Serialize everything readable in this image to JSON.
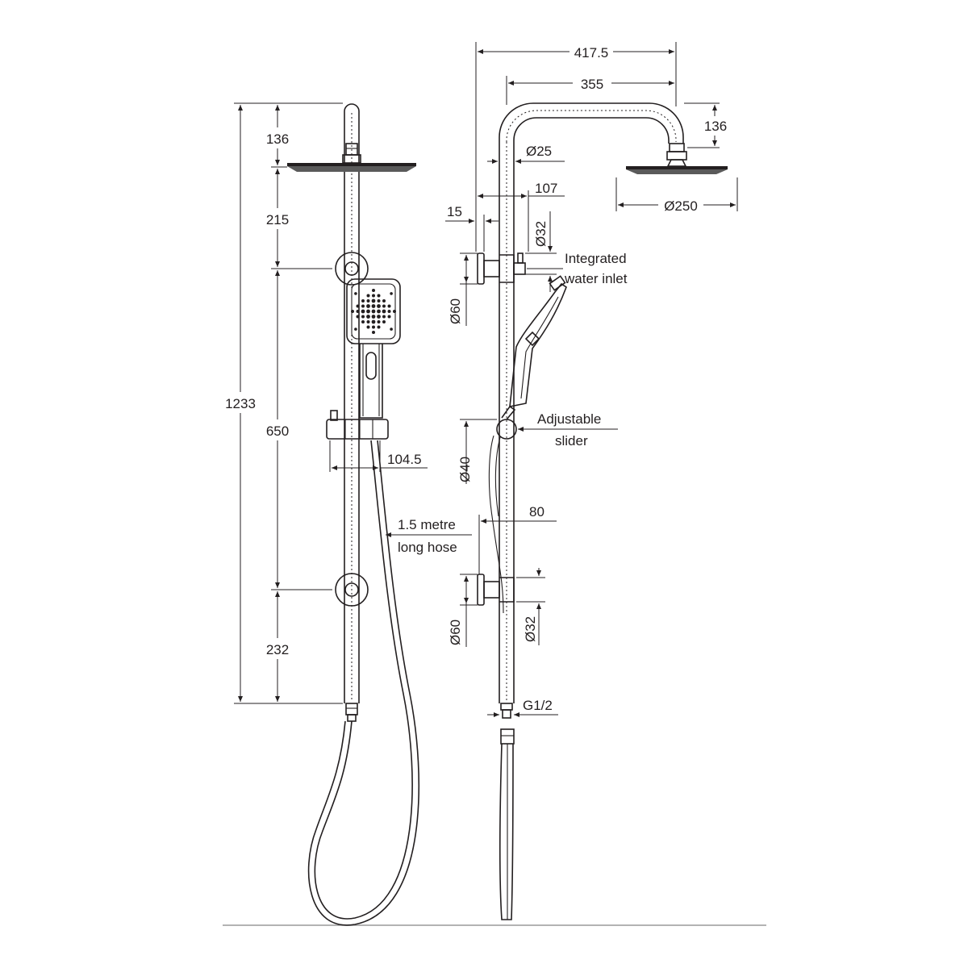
{
  "front_view": {
    "dimensions": {
      "top_height": "136",
      "head_to_bracket": "215",
      "bracket_spacing": "650",
      "bottom_height": "232",
      "overall_height": "1233",
      "holder_projection": "104.5"
    },
    "labels": {
      "hose": [
        "1.5 metre",
        "long hose"
      ]
    }
  },
  "side_view": {
    "dimensions": {
      "overall_reach": "417.5",
      "arm_reach": "355",
      "head_drop": "136",
      "rail_diameter": "Ø25",
      "head_diameter": "Ø250",
      "bracket_offset": "107",
      "bracket_gap": "15",
      "bracket_diameter_top": "Ø32",
      "flange_diameter_top": "Ø60",
      "slider_diameter": "Ø40",
      "lower_bracket_offset": "80",
      "flange_diameter_bottom": "Ø60",
      "bracket_diameter_bottom": "Ø32",
      "inlet_thread": "G1/2"
    },
    "labels": {
      "inlet": [
        "Integrated",
        "water inlet"
      ],
      "slider": [
        "Adjustable",
        "slider"
      ]
    }
  }
}
